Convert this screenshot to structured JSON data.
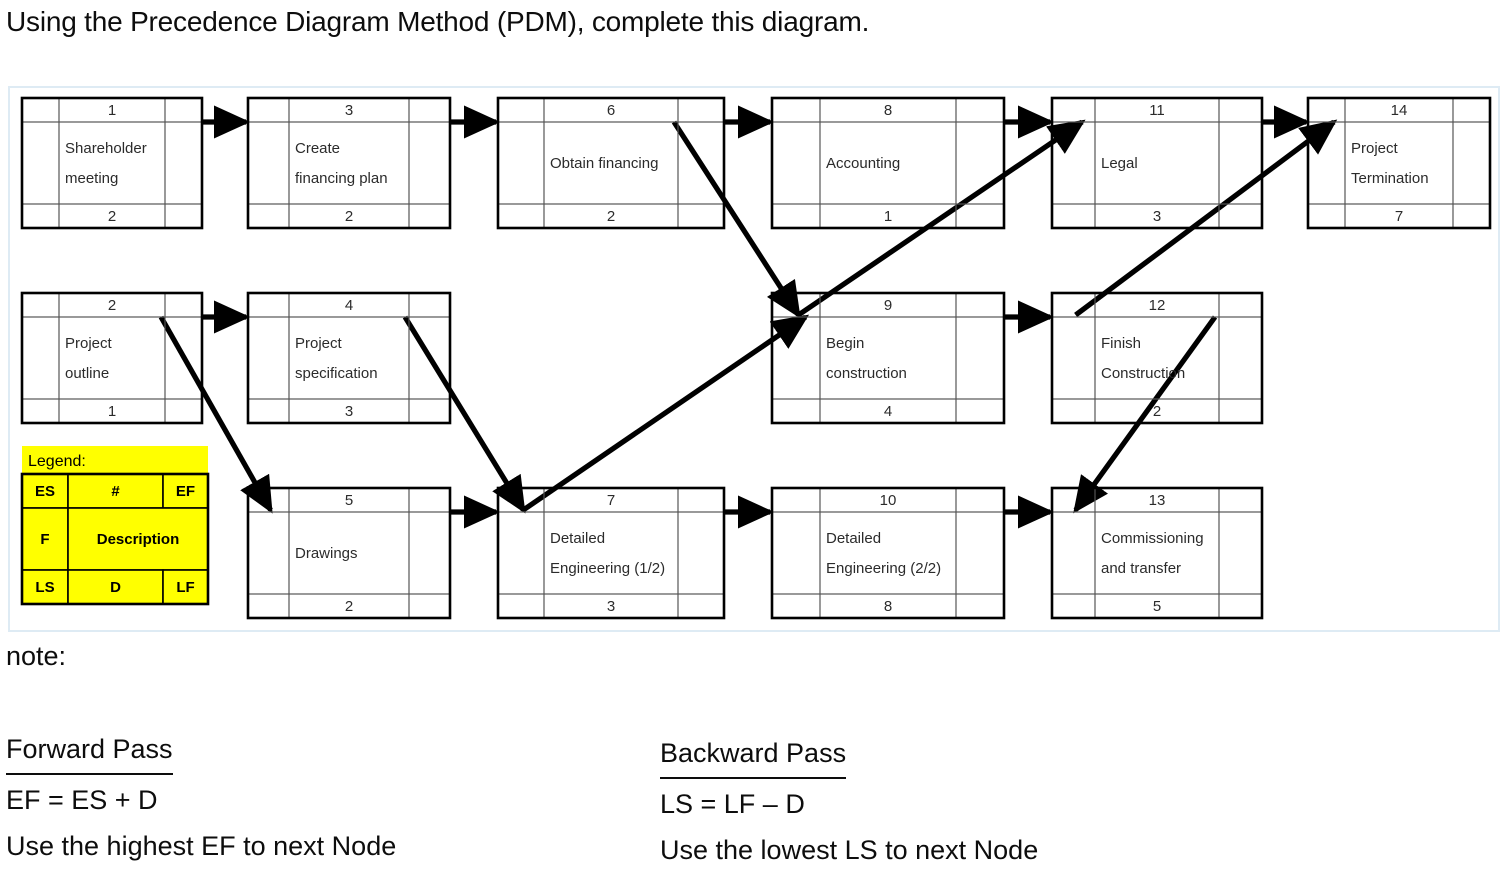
{
  "title": "Using the Precedence Diagram Method (PDM), complete this diagram.",
  "note": {
    "label": "note:"
  },
  "colors": {
    "panel_border": "#deebf4",
    "legend_fill": "#ffff00",
    "node_border": "#000000",
    "node_text": "#2b2b2b",
    "arrow": "#000000"
  },
  "legend": {
    "title": "Legend:",
    "cells": {
      "es": "ES",
      "num": "#",
      "ef": "EF",
      "f": "F",
      "description": "Description",
      "ls": "LS",
      "d": "D",
      "lf": "LF"
    }
  },
  "diagram": {
    "nodes": [
      {
        "id": "1",
        "num": "1",
        "lines": [
          "Shareholder",
          "meeting"
        ],
        "duration": "2",
        "es": "",
        "ef": "",
        "ls": "",
        "lf": "",
        "row": 0,
        "col": 0
      },
      {
        "id": "3",
        "num": "3",
        "lines": [
          "Create",
          "financing plan"
        ],
        "duration": "2",
        "es": "",
        "ef": "",
        "ls": "",
        "lf": "",
        "row": 0,
        "col": 1
      },
      {
        "id": "6",
        "num": "6",
        "lines": [
          "Obtain financing"
        ],
        "duration": "2",
        "es": "",
        "ef": "",
        "ls": "",
        "lf": "",
        "row": 0,
        "col": 2
      },
      {
        "id": "8",
        "num": "8",
        "lines": [
          "Accounting"
        ],
        "duration": "1",
        "es": "",
        "ef": "",
        "ls": "",
        "lf": "",
        "row": 0,
        "col": 3
      },
      {
        "id": "11",
        "num": "11",
        "lines": [
          "Legal"
        ],
        "duration": "3",
        "es": "",
        "ef": "",
        "ls": "",
        "lf": "",
        "row": 0,
        "col": 4
      },
      {
        "id": "14",
        "num": "14",
        "lines": [
          "Project",
          "Termination"
        ],
        "duration": "7",
        "es": "",
        "ef": "",
        "ls": "",
        "lf": "",
        "row": 0,
        "col": 5
      },
      {
        "id": "2",
        "num": "2",
        "lines": [
          "Project",
          "outline"
        ],
        "duration": "1",
        "es": "",
        "ef": "",
        "ls": "",
        "lf": "",
        "row": 1,
        "col": 0
      },
      {
        "id": "4",
        "num": "4",
        "lines": [
          "Project",
          "specification"
        ],
        "duration": "3",
        "es": "",
        "ef": "",
        "ls": "",
        "lf": "",
        "row": 1,
        "col": 1
      },
      {
        "id": "9",
        "num": "9",
        "lines": [
          "Begin",
          "construction"
        ],
        "duration": "4",
        "es": "",
        "ef": "",
        "ls": "",
        "lf": "",
        "row": 1,
        "col": 3
      },
      {
        "id": "12",
        "num": "12",
        "lines": [
          "Finish",
          "Construction"
        ],
        "duration": "2",
        "es": "",
        "ef": "",
        "ls": "",
        "lf": "",
        "row": 1,
        "col": 4
      },
      {
        "id": "5",
        "num": "5",
        "lines": [
          "Drawings"
        ],
        "duration": "2",
        "es": "",
        "ef": "",
        "ls": "",
        "lf": "",
        "row": 2,
        "col": 1
      },
      {
        "id": "7",
        "num": "7",
        "lines": [
          "Detailed",
          "Engineering (1/2)"
        ],
        "duration": "3",
        "es": "",
        "ef": "",
        "ls": "",
        "lf": "",
        "row": 2,
        "col": 2
      },
      {
        "id": "10",
        "num": "10",
        "lines": [
          "Detailed",
          "Engineering (2/2)"
        ],
        "duration": "8",
        "es": "",
        "ef": "",
        "ls": "",
        "lf": "",
        "row": 2,
        "col": 3
      },
      {
        "id": "13",
        "num": "13",
        "lines": [
          "Commissioning",
          "and transfer"
        ],
        "duration": "5",
        "es": "",
        "ef": "",
        "ls": "",
        "lf": "",
        "row": 2,
        "col": 4
      }
    ],
    "edges": [
      {
        "from": "1",
        "to": "3"
      },
      {
        "from": "3",
        "to": "6"
      },
      {
        "from": "6",
        "to": "8"
      },
      {
        "from": "6",
        "to": "9"
      },
      {
        "from": "8",
        "to": "11"
      },
      {
        "from": "11",
        "to": "14"
      },
      {
        "from": "2",
        "to": "4"
      },
      {
        "from": "2",
        "to": "5"
      },
      {
        "from": "4",
        "to": "7"
      },
      {
        "from": "5",
        "to": "7"
      },
      {
        "from": "7",
        "to": "9"
      },
      {
        "from": "7",
        "to": "10"
      },
      {
        "from": "9",
        "to": "11"
      },
      {
        "from": "9",
        "to": "12"
      },
      {
        "from": "10",
        "to": "13"
      },
      {
        "from": "12",
        "to": "13"
      },
      {
        "from": "12",
        "to": "14"
      }
    ]
  },
  "forward_pass": {
    "heading": "Forward Pass",
    "formula": "EF = ES + D",
    "rule": "Use the highest EF to next Node"
  },
  "backward_pass": {
    "heading": "Backward Pass",
    "formula": "LS = LF – D",
    "rule": "Use the lowest LS to next Node"
  }
}
